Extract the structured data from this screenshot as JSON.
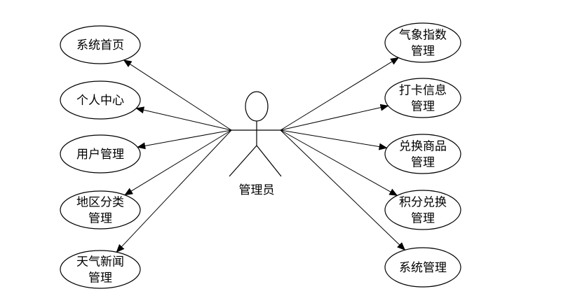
{
  "actor": {
    "label": "管理员"
  },
  "left_use_cases": [
    {
      "lines": [
        "系统首页"
      ]
    },
    {
      "lines": [
        "个人中心"
      ]
    },
    {
      "lines": [
        "用户管理"
      ]
    },
    {
      "lines": [
        "地区分类",
        "管理"
      ]
    },
    {
      "lines": [
        "天气新闻",
        "管理"
      ]
    }
  ],
  "right_use_cases": [
    {
      "lines": [
        "气象指数",
        "管理"
      ]
    },
    {
      "lines": [
        "打卡信息",
        "管理"
      ]
    },
    {
      "lines": [
        "兑换商品",
        "管理"
      ]
    },
    {
      "lines": [
        "积分兑换",
        "管理"
      ]
    },
    {
      "lines": [
        "系统管理"
      ]
    }
  ],
  "colors": {
    "stroke": "#000000",
    "background": "#ffffff"
  }
}
